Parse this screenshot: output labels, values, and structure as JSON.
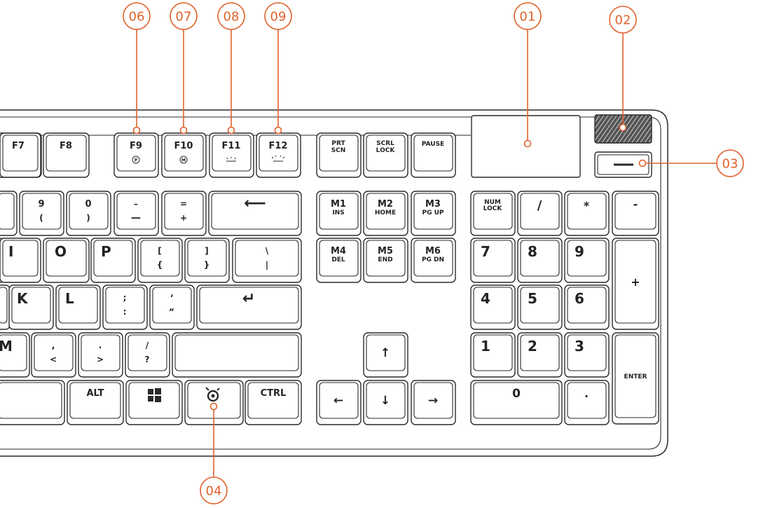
{
  "colors": {
    "accent": "#e0622c",
    "outline": "#2a2a2a"
  },
  "callouts": {
    "c01": "01",
    "c02": "02",
    "c03": "03",
    "c04": "04",
    "c06": "06",
    "c07": "07",
    "c08": "08",
    "c09": "09"
  },
  "keys": {
    "f7": "F7",
    "f8": "F8",
    "f9": "F9",
    "f10": "F10",
    "f11": "F11",
    "f12": "F12",
    "prt1": "PRT",
    "prt2": "SCN",
    "scrl1": "SCRL",
    "scrl2": "LOCK",
    "pause": "PAUSE",
    "n9a": "9",
    "n9b": "(",
    "n0a": "0",
    "n0b": ")",
    "minusA": "–",
    "minusB": "—",
    "eqA": "=",
    "eqB": "+",
    "backspace": "⟵",
    "i": "I",
    "o": "O",
    "p": "P",
    "lbrA": "[",
    "lbrB": "{",
    "rbrA": "]",
    "rbrB": "}",
    "bslA": "\\",
    "bslB": "|",
    "k": "K",
    "l": "L",
    "semiA": ";",
    "semiB": ":",
    "quoteA": "‘",
    "quoteB": "“",
    "enter": "↵",
    "m": "M",
    "commaA": ",",
    "commaB": "<",
    "periodA": ".",
    "periodB": ">",
    "slashA": "/",
    "slashB": "?",
    "alt": "ALT",
    "ctrl": "CTRL",
    "m1a": "M1",
    "m1b": "INS",
    "m2a": "M2",
    "m2b": "HOME",
    "m3a": "M3",
    "m3b": "PG UP",
    "m4a": "M4",
    "m4b": "DEL",
    "m5a": "M5",
    "m5b": "END",
    "m6a": "M6",
    "m6b": "PG DN",
    "up": "↑",
    "left": "←",
    "down": "↓",
    "right": "→",
    "num1": "NUM",
    "num2": "LOCK",
    "npSlash": "/",
    "npStar": "*",
    "npMinus": "-",
    "np7": "7",
    "np8": "8",
    "np9": "9",
    "npPlus": "+",
    "np4": "4",
    "np5": "5",
    "np6": "6",
    "np1": "1",
    "np2": "2",
    "np3": "3",
    "npEnter": "ENTER",
    "np0": "0",
    "npDot": "."
  }
}
